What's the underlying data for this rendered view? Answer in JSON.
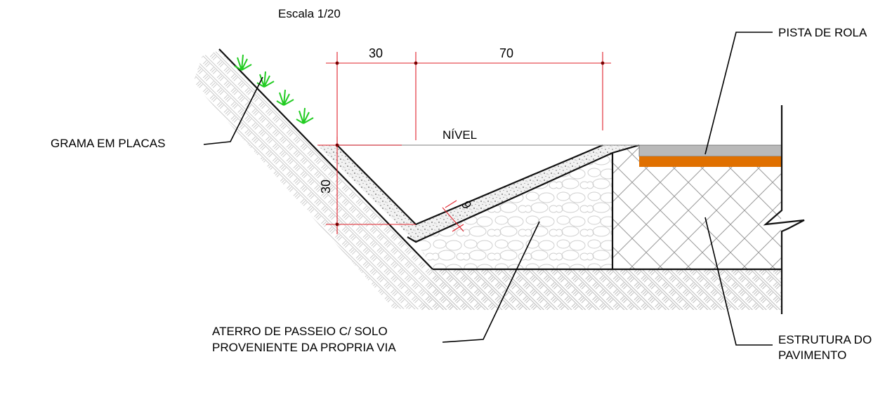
{
  "scale": "Escala 1/20",
  "labels": {
    "grama": "GRAMA EM PLACAS",
    "nivel": "NÍVEL",
    "pista": "PISTA DE ROLA",
    "aterro_line1": "ATERRO DE PASSEIO C/ SOLO",
    "aterro_line2": "PROVENIENTE DA PROPRIA VIA",
    "estrutura_line1": "ESTRUTURA DO",
    "estrutura_line2": "PAVIMENTO"
  },
  "dimensions": {
    "top_left": "30",
    "top_right": "70",
    "vertical": "30",
    "thickness": "6"
  },
  "colors": {
    "dimension": "#e0202a",
    "grass": "#22cc22",
    "asphalt": "#b9b9b9",
    "base_layer": "#e07000",
    "hatch": "#bdbdbd",
    "pavement_hatch": "#9a9a9a",
    "concrete": "#d9d9d9"
  }
}
